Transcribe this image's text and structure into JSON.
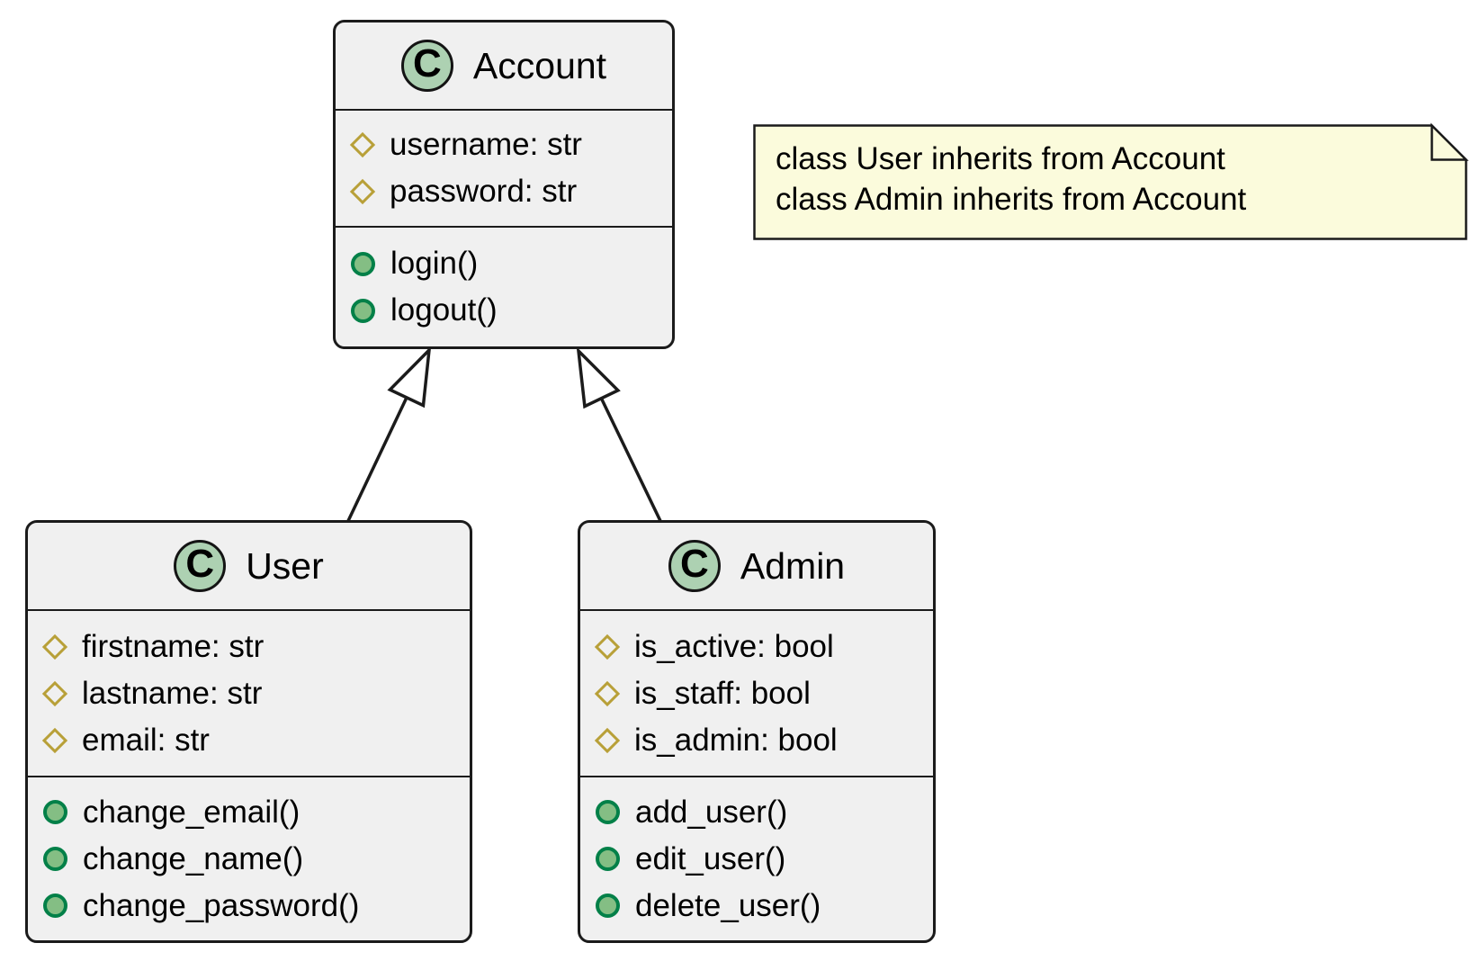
{
  "diagram_type": "uml-class-diagram",
  "colors": {
    "class_fill": "#F0F0F0",
    "class_border": "#1B1B1B",
    "circle_fill": "#ADD1B2",
    "attribute_icon": "#B8A038",
    "method_icon_fill": "#84BE84",
    "method_icon_border": "#038048",
    "note_fill": "#FBFBDC",
    "note_border": "#1B1B1B"
  },
  "classes": [
    {
      "letter": "C",
      "name": "Account",
      "attributes": [
        "username: str",
        "password: str"
      ],
      "methods": [
        "login()",
        "logout()"
      ]
    },
    {
      "letter": "C",
      "name": "User",
      "attributes": [
        "firstname: str",
        "lastname: str",
        "email: str"
      ],
      "methods": [
        "change_email()",
        "change_name()",
        "change_password()"
      ]
    },
    {
      "letter": "C",
      "name": "Admin",
      "attributes": [
        "is_active: bool",
        "is_staff: bool",
        "is_admin: bool"
      ],
      "methods": [
        "add_user()",
        "edit_user()",
        "delete_user()"
      ]
    }
  ],
  "note": {
    "lines": [
      "class User inherits from Account",
      "class Admin inherits from Account"
    ]
  },
  "relationships": [
    {
      "type": "inheritance",
      "from": "User",
      "to": "Account"
    },
    {
      "type": "inheritance",
      "from": "Admin",
      "to": "Account"
    }
  ]
}
